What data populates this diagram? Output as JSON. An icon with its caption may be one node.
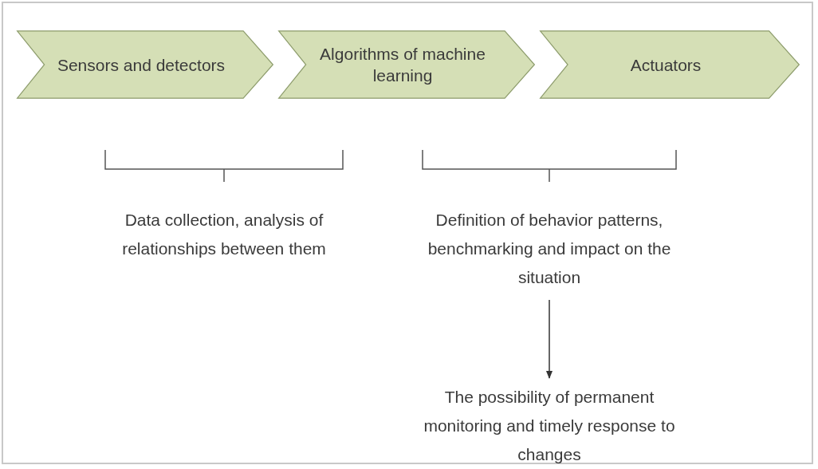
{
  "diagram": {
    "nodes": [
      {
        "text": [
          "Sensors and detectors"
        ]
      },
      {
        "text": [
          "Algorithms of machine learning"
        ]
      },
      {
        "text": [
          "Actuators"
        ]
      },
      {
        "text": [
          "Data collection, analysis of relationships between them"
        ]
      },
      {
        "text": [
          "Definition of behavior patterns, benchmarking and impact on the situation"
        ]
      },
      {
        "text": [
          "The possibility of permanent monitoring and timely response to changes"
        ]
      }
    ],
    "edges": [
      {
        "from": 4,
        "to": 5,
        "arrow": "to"
      }
    ]
  }
}
